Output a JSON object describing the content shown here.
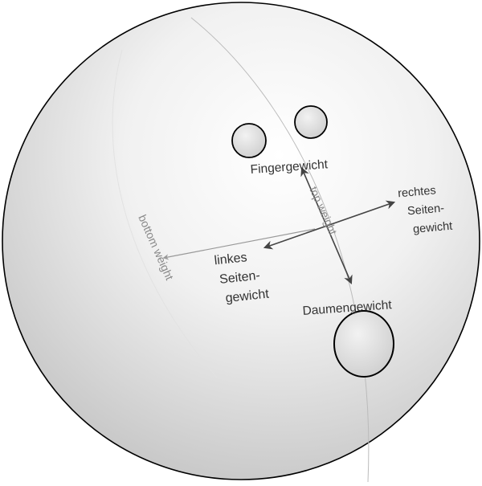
{
  "labels": {
    "finger_weight": "Fingergewicht",
    "thumb_weight": "Daumengewicht",
    "top_weight": "top weight",
    "bottom_weight": "bottom weight",
    "right_side": [
      "rechtes",
      "Seiten-",
      "gewicht"
    ],
    "left_side": [
      "linkes",
      "Seiten-",
      "gewicht"
    ]
  },
  "colors": {
    "ball_fill_light": "#ffffff",
    "ball_fill_dark": "#c9c9c9",
    "outline": "#000000",
    "dark_arrow": "#444444",
    "light_arrow": "#999999",
    "label_dark": "#333333",
    "label_light": "#8a8a8a",
    "hole_fill": "#e6e6e6"
  }
}
